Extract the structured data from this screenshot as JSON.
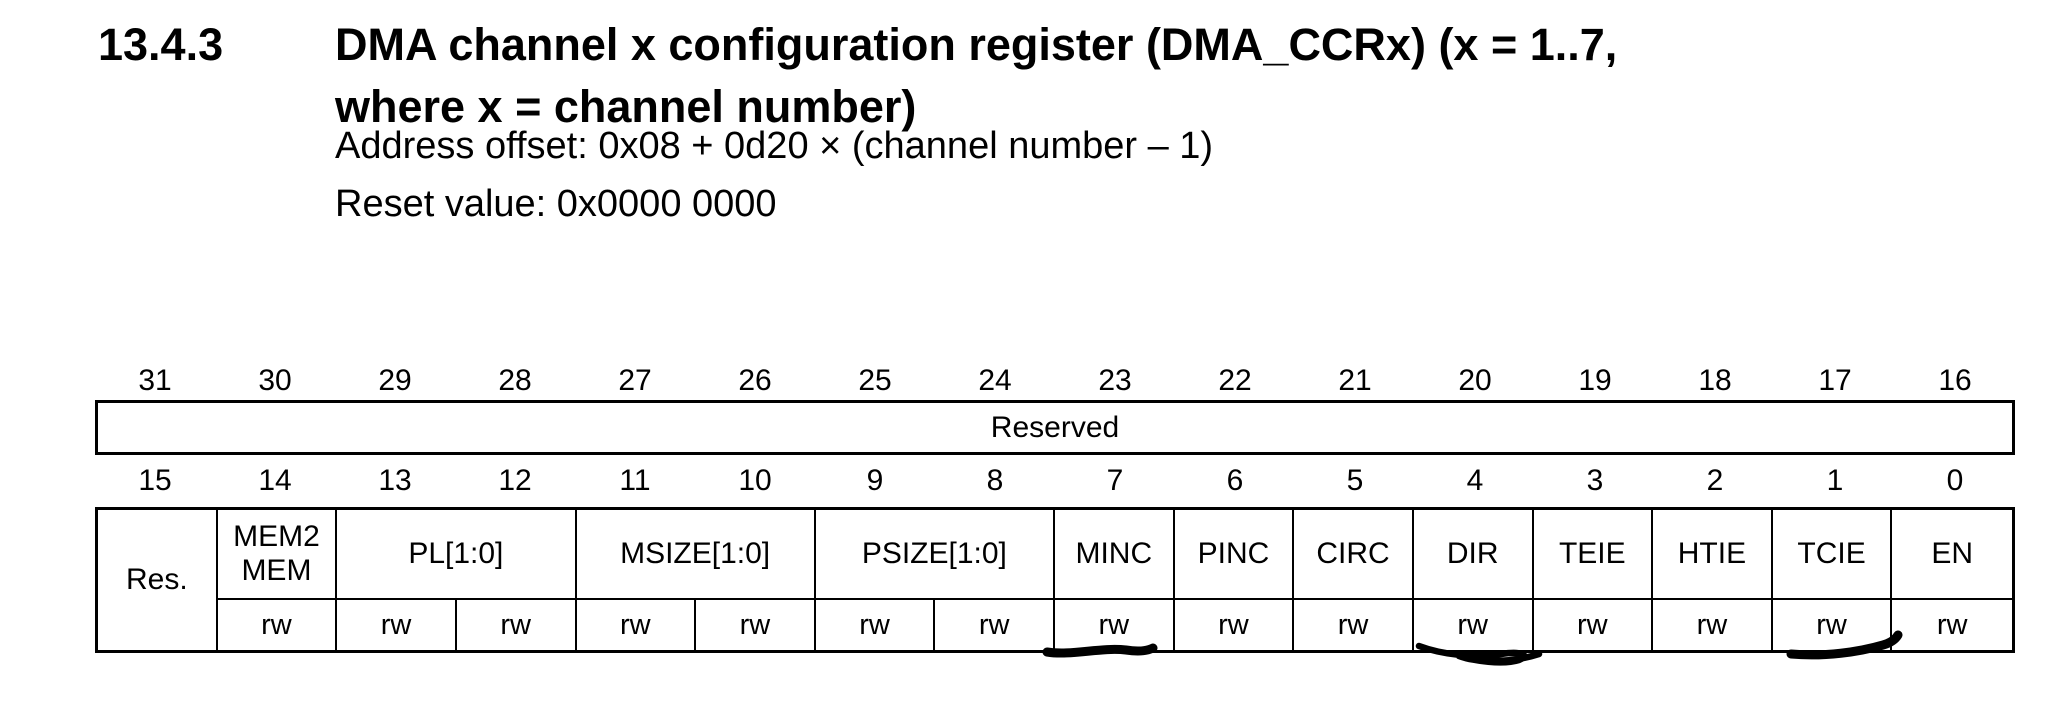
{
  "page": {
    "section_number": "13.4.3",
    "title_line1": "DMA channel x configuration register (DMA_CCRx) (x = 1..7,",
    "title_line2": "where x = channel number)",
    "address_offset": "Address offset: 0x08 + 0d20 × (channel number – 1)",
    "reset_value": "Reset value: 0x0000 0000"
  },
  "register_diagram": {
    "high_bits": [
      "31",
      "30",
      "29",
      "28",
      "27",
      "26",
      "25",
      "24",
      "23",
      "22",
      "21",
      "20",
      "19",
      "18",
      "17",
      "16"
    ],
    "reserved_label": "Reserved",
    "low_bits": [
      "15",
      "14",
      "13",
      "12",
      "11",
      "10",
      "9",
      "8",
      "7",
      "6",
      "5",
      "4",
      "3",
      "2",
      "1",
      "0"
    ],
    "low_fields": [
      {
        "label": "Res.",
        "span": 1,
        "access": null
      },
      {
        "label": "MEM2\nMEM",
        "span": 1,
        "access": [
          "rw"
        ]
      },
      {
        "label": "PL[1:0]",
        "span": 2,
        "access": [
          "rw",
          "rw"
        ]
      },
      {
        "label": "MSIZE[1:0]",
        "span": 2,
        "access": [
          "rw",
          "rw"
        ]
      },
      {
        "label": "PSIZE[1:0]",
        "span": 2,
        "access": [
          "rw",
          "rw"
        ]
      },
      {
        "label": "MINC",
        "span": 1,
        "access": [
          "rw"
        ]
      },
      {
        "label": "PINC",
        "span": 1,
        "access": [
          "rw"
        ]
      },
      {
        "label": "CIRC",
        "span": 1,
        "access": [
          "rw"
        ]
      },
      {
        "label": "DIR",
        "span": 1,
        "access": [
          "rw"
        ]
      },
      {
        "label": "TEIE",
        "span": 1,
        "access": [
          "rw"
        ]
      },
      {
        "label": "HTIE",
        "span": 1,
        "access": [
          "rw"
        ]
      },
      {
        "label": "TCIE",
        "span": 1,
        "access": [
          "rw"
        ]
      },
      {
        "label": "EN",
        "span": 1,
        "access": [
          "rw"
        ]
      }
    ],
    "pen_annotations": [
      {
        "name": "pen-mark-minc",
        "bit": 7,
        "shape": "underline"
      },
      {
        "name": "pen-mark-dir",
        "bit": 4,
        "shape": "loop"
      },
      {
        "name": "pen-mark-tcie",
        "bit": 1,
        "shape": "swoosh"
      }
    ]
  },
  "colors": {
    "text": "#000000",
    "background": "#ffffff",
    "border": "#000000",
    "pen": "#000000"
  }
}
